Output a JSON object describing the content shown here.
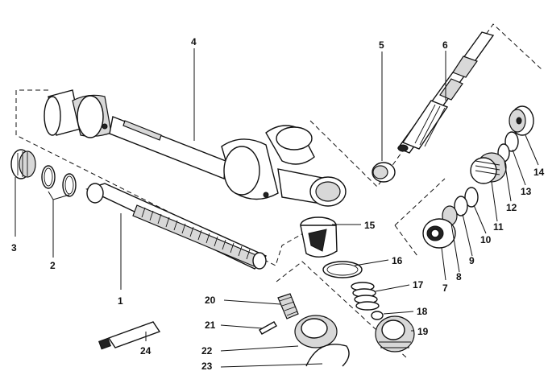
{
  "callouts": [
    {
      "id": "1",
      "label": "1"
    },
    {
      "id": "2",
      "label": "2"
    },
    {
      "id": "3",
      "label": "3"
    },
    {
      "id": "4",
      "label": "4"
    },
    {
      "id": "5",
      "label": "5"
    },
    {
      "id": "6",
      "label": "6"
    },
    {
      "id": "7",
      "label": "7"
    },
    {
      "id": "8",
      "label": "8"
    },
    {
      "id": "9",
      "label": "9"
    },
    {
      "id": "10",
      "label": "10"
    },
    {
      "id": "11",
      "label": "11"
    },
    {
      "id": "12",
      "label": "12"
    },
    {
      "id": "13",
      "label": "13"
    },
    {
      "id": "14",
      "label": "14"
    },
    {
      "id": "15",
      "label": "15"
    },
    {
      "id": "16",
      "label": "16"
    },
    {
      "id": "17",
      "label": "17"
    },
    {
      "id": "18",
      "label": "18"
    },
    {
      "id": "19",
      "label": "19"
    },
    {
      "id": "20",
      "label": "20"
    },
    {
      "id": "21",
      "label": "21"
    },
    {
      "id": "22",
      "label": "22"
    },
    {
      "id": "23",
      "label": "23"
    },
    {
      "id": "24",
      "label": "24"
    }
  ]
}
